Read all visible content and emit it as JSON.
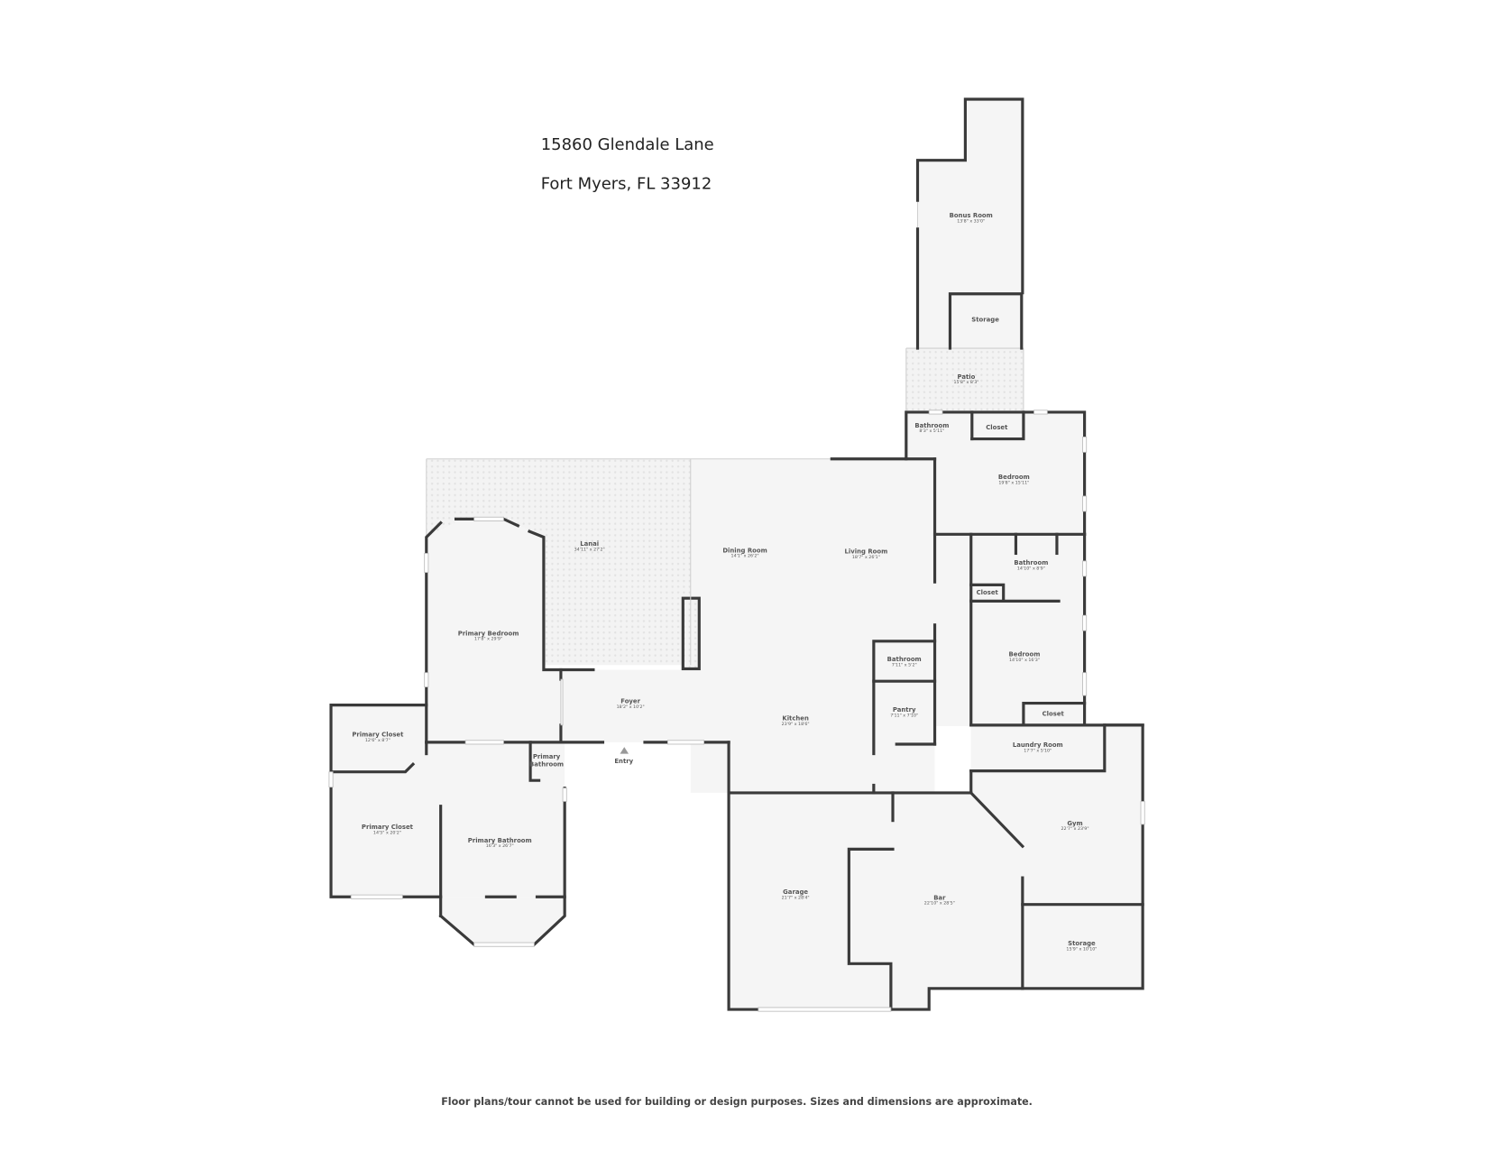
{
  "header": {
    "address_line1": "15860 Glendale Lane",
    "address_line2": "Fort Myers, FL 33912"
  },
  "rooms": [
    {
      "name": "Bonus Room",
      "dims": "13'8\" x 33'0\""
    },
    {
      "name": "Storage",
      "dims": ""
    },
    {
      "name": "Patio",
      "dims": "15'8\" x 8'3\""
    },
    {
      "name": "Bathroom",
      "dims": "8'3\" x 5'11\""
    },
    {
      "name": "Closet",
      "dims": ""
    },
    {
      "name": "Bedroom",
      "dims": "19'8\" x 15'11\""
    },
    {
      "name": "Lanai",
      "dims": "34'11\" x 27'2\""
    },
    {
      "name": "Dining Room",
      "dims": "14'1\" x 26'2\""
    },
    {
      "name": "Living Room",
      "dims": "18'7\" x 26'1\""
    },
    {
      "name": "Bathroom",
      "dims": "14'10\" x 8'9\""
    },
    {
      "name": "Closet",
      "dims": ""
    },
    {
      "name": "Primary Bedroom",
      "dims": "17'8\" x 29'9\""
    },
    {
      "name": "Bathroom",
      "dims": "7'11\" x 5'2\""
    },
    {
      "name": "Bedroom",
      "dims": "14'10\" x 16'3\""
    },
    {
      "name": "Foyer",
      "dims": "18'2\" x 10'2\""
    },
    {
      "name": "Pantry",
      "dims": "7'11\" x 7'10\""
    },
    {
      "name": "Kitchen",
      "dims": "23'9\" x 18'6\""
    },
    {
      "name": "Closet",
      "dims": ""
    },
    {
      "name": "Primary Closet",
      "dims": "12'6\" x 8'7\""
    },
    {
      "name": "Laundry Room",
      "dims": "17'7\" x 5'10\""
    },
    {
      "name": "Primary Bathroom",
      "dims": ""
    },
    {
      "name": "Primary Closet",
      "dims": "14'5\" x 20'2\""
    },
    {
      "name": "Primary Bathroom",
      "dims": "16'3\" x 26'7\""
    },
    {
      "name": "Gym",
      "dims": "22'7\" x 23'9\""
    },
    {
      "name": "Garage",
      "dims": "21'7\" x 28'4\""
    },
    {
      "name": "Bar",
      "dims": "22'10\" x 28'5\""
    },
    {
      "name": "Storage",
      "dims": "15'9\" x 10'10\""
    }
  ],
  "entry": {
    "label": "Entry"
  },
  "footer": {
    "disclaimer": "Floor plans/tour cannot be used for building or design purposes. Sizes and dimensions are approximate."
  },
  "colors": {
    "wall": "#3a3a3a",
    "floor": "#f5f5f5",
    "text": "#555555"
  }
}
